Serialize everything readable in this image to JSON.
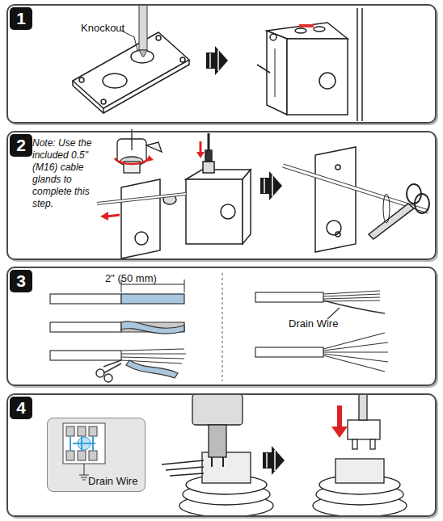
{
  "diagram": {
    "nodes": [
      {
        "text": [
          "1"
        ]
      },
      {
        "text": [
          "2"
        ]
      },
      {
        "text": [
          "3"
        ]
      },
      {
        "text": [
          "4"
        ]
      },
      {
        "text": [
          "Drain Wire"
        ],
        "in": 3
      }
    ],
    "labels": [
      "Knockout",
      "Note: Use the included 0.5\" (M16) cable glands to complete this step.",
      "2\" (50 mm)",
      "Drain Wire"
    ]
  }
}
